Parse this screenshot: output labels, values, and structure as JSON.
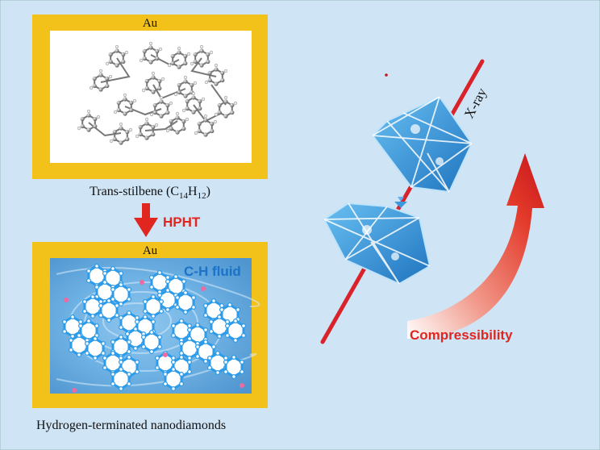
{
  "labels": {
    "au_top": "Au",
    "trans_prefix": "Trans-stilbene (C",
    "trans_sub1": "14",
    "trans_mid": "H",
    "trans_sub2": "12",
    "trans_suffix": ")",
    "hpht": "HPHT",
    "au_bottom": "Au",
    "ch_fluid": "C-H fluid",
    "caption": "Hydrogen-terminated nanodiamonds",
    "xray": "X-ray",
    "compressibility": "Compressibility"
  },
  "colors": {
    "background": "#cfe4f5",
    "gold": "#f2c21b",
    "fluid_blue": "#3aa0ee",
    "arrow_red": "#e0261e",
    "diamond_blue": "#2f8fd6",
    "xray_red": "#d9222a"
  }
}
